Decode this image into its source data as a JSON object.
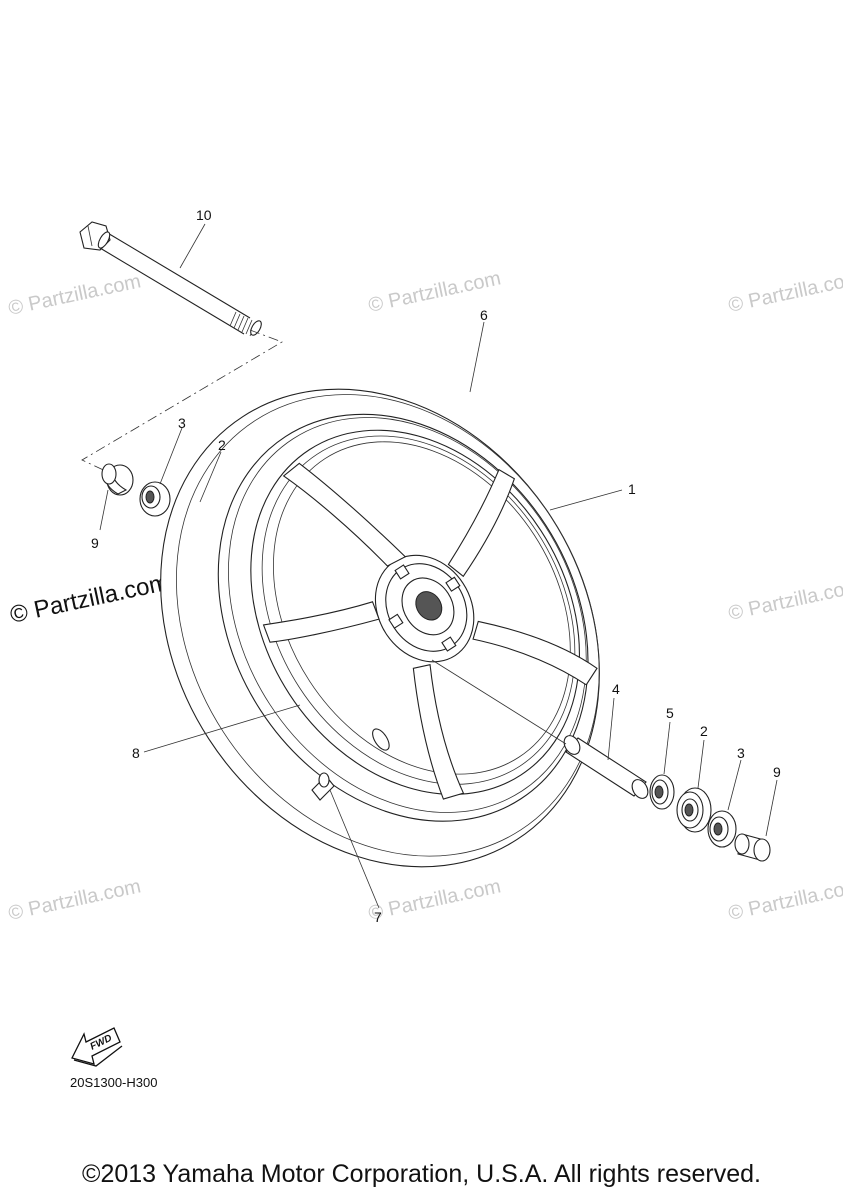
{
  "watermark": "© Partzilla.com",
  "callouts": {
    "c1": "1",
    "c2a": "2",
    "c2b": "2",
    "c3a": "3",
    "c3b": "3",
    "c4": "4",
    "c5": "5",
    "c6": "6",
    "c7": "7",
    "c8": "8",
    "c9a": "9",
    "c9b": "9",
    "c10": "10"
  },
  "fwd_label": "FWD",
  "figure_code": "20S1300-H300",
  "copyright": "©2013 Yamaha Motor Corporation, U.S.A. All rights reserved."
}
